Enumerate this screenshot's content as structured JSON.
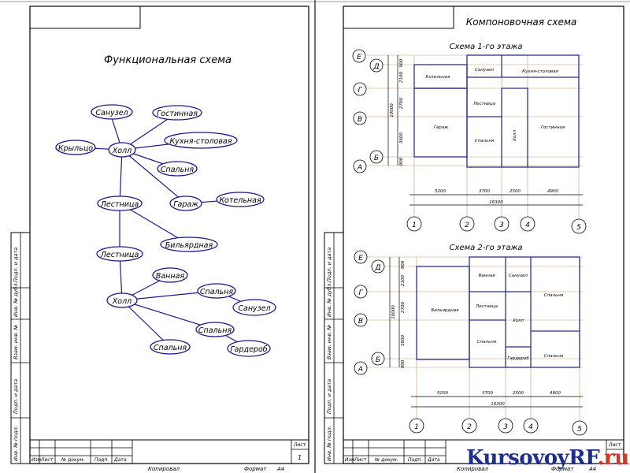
{
  "colors": {
    "frame": "#000000",
    "node": "#1a1a8c",
    "plan": "#2b2f8f",
    "accent": "#c0392b"
  },
  "left_sheet": {
    "title": "Функциональная схема",
    "nodes": {
      "sanuzel": "Санузел",
      "gostinaya": "Гостинная",
      "kryltso": "Крыльцо",
      "holl": "Холл",
      "kuhnya": "Кухня-столовая",
      "spalnya": "Спальня",
      "lestnitsa1": "Лестница",
      "garazh": "Гараж",
      "kotelnaya": "Котельная",
      "bilyard": "Бильярдная",
      "lestnitsa2": "Лестница",
      "vannaya": "Ванная",
      "holl2": "Холл",
      "spalnya2": "Спальня",
      "sanuzel2": "Санузел",
      "spalnya3": "Спальня",
      "spalnya4": "Спальня",
      "garderob": "Гардероб"
    },
    "side_stamp": [
      "Подп. и дата",
      "Инв. № дубл.",
      "Взам. инв. №",
      "Подп. и дата",
      "Инв. № подл."
    ],
    "stamp": {
      "izm": "Изм",
      "list": "Лист",
      "doc": "№ докум.",
      "podp": "Подп.",
      "data": "Дата",
      "list_label": "Лист",
      "list_num": "1",
      "kopiroval": "Копировал",
      "format": "Формат",
      "a4": "А4"
    }
  },
  "right_sheet": {
    "title": "Компоновочная схема",
    "plan1": {
      "title": "Схема 1-го этажа",
      "rows": [
        "Е",
        "Д",
        "Г",
        "В",
        "Б",
        "А"
      ],
      "cols": [
        "1",
        "2",
        "3",
        "4",
        "5"
      ],
      "rooms": {
        "kotelnaya": "Котельная",
        "sanuzel": "Санузел",
        "kuhnya": "Кухня-столовая",
        "lestnitsa": "Лестница",
        "garazh": "Гараж",
        "spalnya": "Спальня",
        "holl": "Холл",
        "gostinaya": "Гостинная"
      },
      "dims_h": [
        "5200",
        "3700",
        "2500",
        "4900"
      ],
      "dim_total": "16300",
      "dims_v": [
        "900",
        "2100",
        "2700",
        "3600",
        "900"
      ],
      "dim_v_total": "10000"
    },
    "plan2": {
      "title": "Схема 2-го этажа",
      "rows": [
        "Е",
        "Д",
        "Г",
        "В",
        "Б",
        "А"
      ],
      "cols": [
        "1",
        "2",
        "3",
        "4",
        "5"
      ],
      "rooms": {
        "bilyard": "Бильярдная",
        "vannaya": "Ванная",
        "sanuzel": "Санузел",
        "spalnya_r1": "Спальня",
        "lestnitsa": "Лестница",
        "holl": "Холл",
        "spalnya_mid": "Спальня",
        "garderob": "Гардероб",
        "spalnya_r2": "Спальня"
      },
      "dims_h": [
        "5200",
        "3700",
        "2500",
        "4900"
      ],
      "dim_total": "16300",
      "dims_v": [
        "900",
        "2100",
        "2700",
        "3600",
        "900"
      ],
      "dim_v_total": "10000"
    },
    "side_stamp": [
      "Подп. и дата",
      "Инв. № дубл.",
      "Взам. инв. №",
      "Подп. и дата",
      "Инв. № подл."
    ],
    "stamp": {
      "izm": "Изм",
      "list": "Лист",
      "doc": "№ докум.",
      "podp": "Подп.",
      "data": "Дата",
      "list_label": "Лист",
      "kopiroval": "Копировал",
      "format": "Формат",
      "a4": "А4"
    }
  },
  "watermark": {
    "main": "KursovoyRF",
    "tld": ".ru"
  }
}
